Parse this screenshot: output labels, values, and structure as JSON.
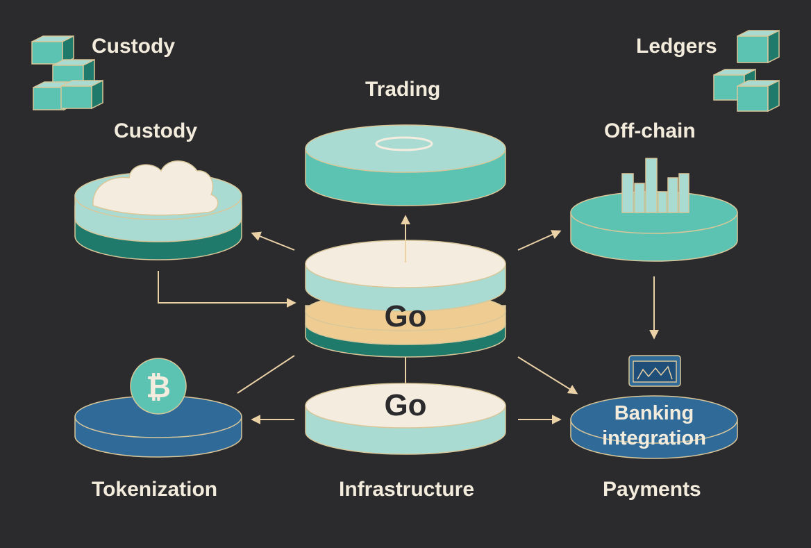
{
  "labels": {
    "custody_corner": "Custody",
    "ledgers_corner": "Ledgers",
    "trading": "Trading",
    "custody": "Custody",
    "off_chain": "Off-chain",
    "tokenization": "Tokenization",
    "infrastructure": "Infrastructure",
    "payments": "Payments"
  },
  "go_top": "Go",
  "go_bottom": "Go",
  "banking_line1": "Banking",
  "banking_line2": "integration",
  "bitcoin_symbol": "₿",
  "icons": [
    "cube-cluster-icon",
    "cube-cluster-icon",
    "ring-icon",
    "cloud-icon",
    "bar-chart-icon",
    "bitcoin-coin-icon",
    "bank-terminal-icon"
  ],
  "colors": {
    "background": "#2b2b2e",
    "teal": "#5cc3b2",
    "teal_light": "#a9dbd2",
    "teal_dark": "#1f7a6b",
    "cream": "#f3ecdf",
    "sand": "#efcc91",
    "blue": "#2f6a99",
    "outline": "#d9c79a",
    "arrow": "#ead1a6",
    "text": "#f3ecdc"
  }
}
